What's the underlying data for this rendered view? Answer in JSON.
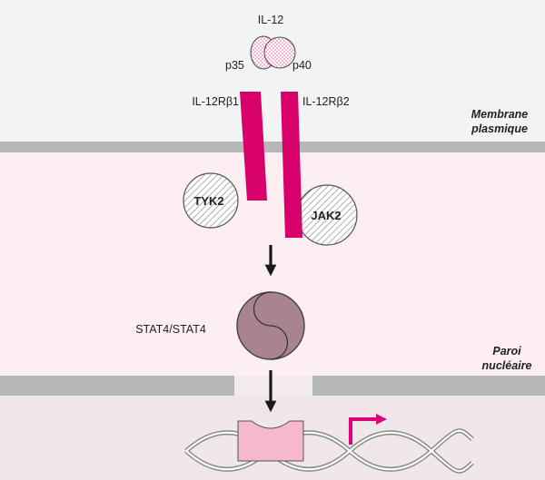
{
  "ligand": {
    "name": "IL-12",
    "subunit_left": "p35",
    "subunit_right": "p40"
  },
  "receptors": {
    "left": "IL-12Rβ1",
    "right": "IL-12Rβ2"
  },
  "kinases": {
    "left": "TYK2",
    "right": "JAK2"
  },
  "transcription_factor": "STAT4/STAT4",
  "compartments": {
    "membrane_line1": "Membrane",
    "membrane_line2": "plasmique",
    "nuclear_line1": "Paroi",
    "nuclear_line2": "nucléaire"
  },
  "colors": {
    "extracellular_bg": "#f2f3f3",
    "cytoplasm_bg": "#fdeff1",
    "nucleus_bg": "#f0e7ea",
    "membrane": "#b5b7b8",
    "receptor": "#d8006b",
    "stat": "#a9838f",
    "dna_box": "#f5b8cc",
    "arrow": "#1a1a1a"
  }
}
